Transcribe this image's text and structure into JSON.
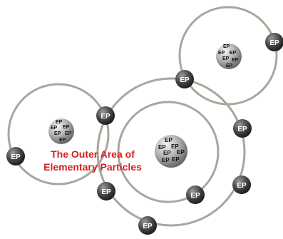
{
  "caption": {
    "line1": "The Outer Area of",
    "line2": "Elementary Particles"
  },
  "particle_label": "EP",
  "colors": {
    "caption": "#d81e1e",
    "orbit": "#a7a49c",
    "particle_dark": "#2e2e2e",
    "particle_light": "#8a8a8a",
    "nucleus_light": "#f2f2f2",
    "nucleus_dark": "#6f6f6f",
    "label_text": "#ffffff",
    "nucleus_text": "#111111"
  },
  "nuclei": [
    {
      "id": "nucleus-top-right",
      "labels": [
        "EP",
        "EP",
        "EP",
        "EP",
        "EP",
        "EP"
      ]
    },
    {
      "id": "nucleus-left",
      "labels": [
        "EP",
        "EP",
        "EP",
        "EP",
        "EP",
        "EP"
      ]
    },
    {
      "id": "nucleus-center",
      "labels": [
        "EP",
        "EP",
        "EP",
        "EP",
        "EP",
        "EP",
        "EP"
      ]
    }
  ]
}
